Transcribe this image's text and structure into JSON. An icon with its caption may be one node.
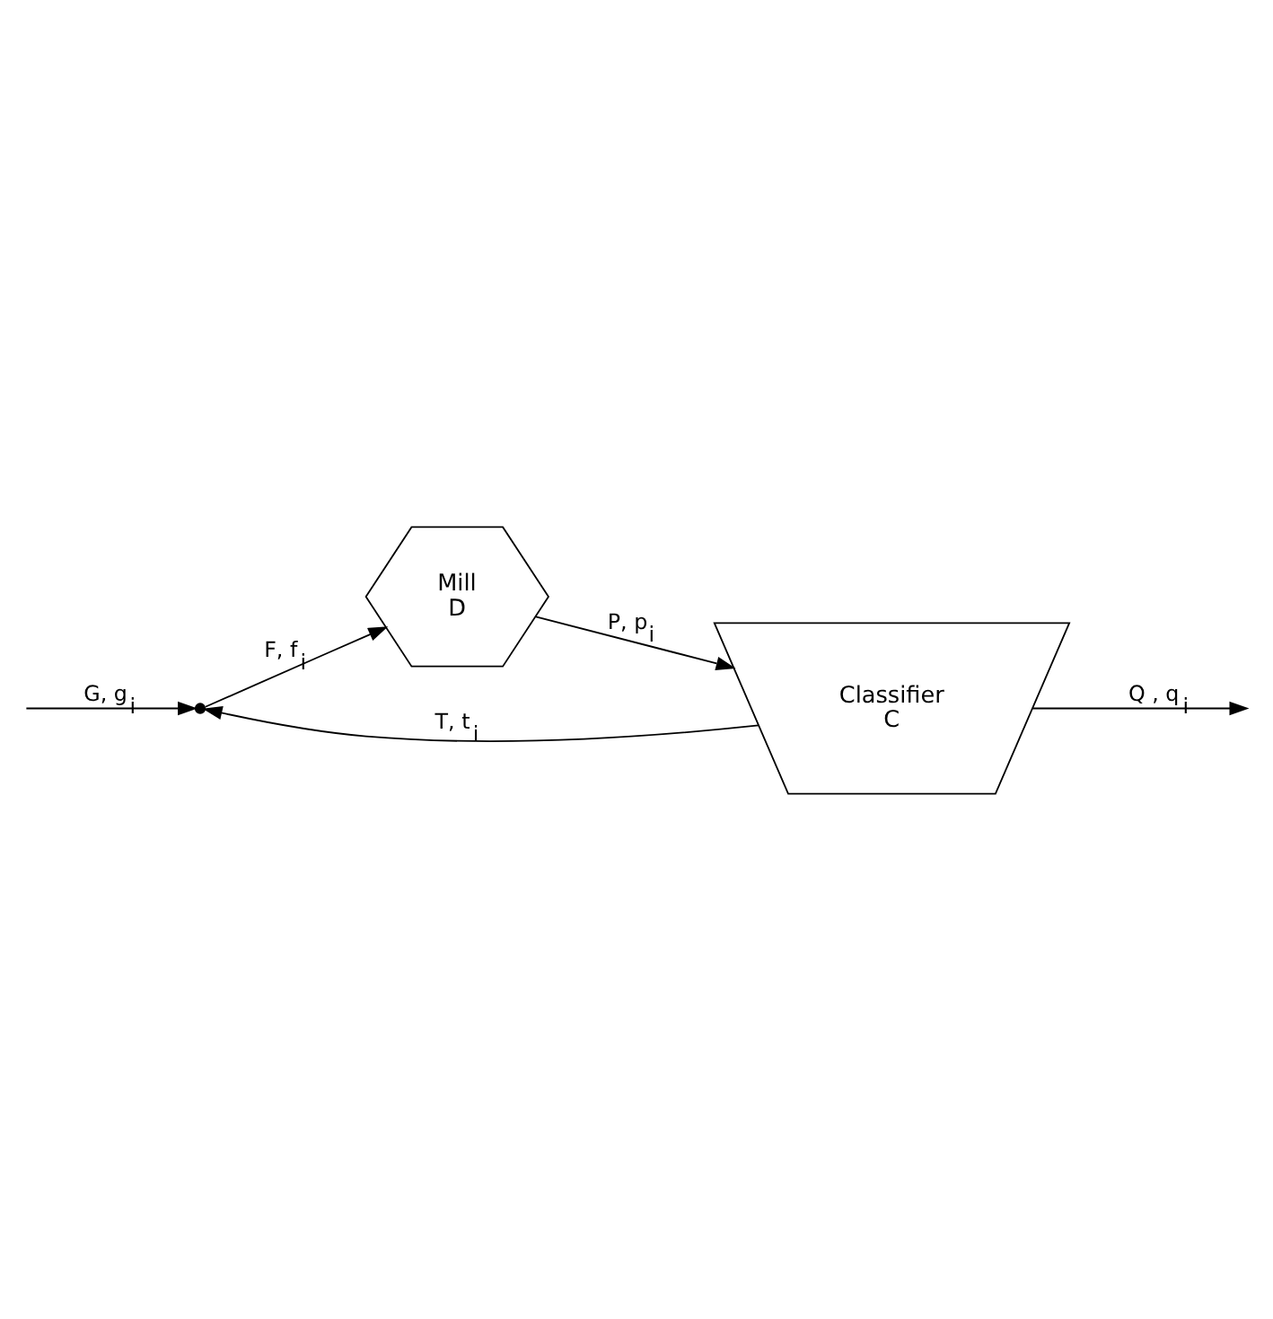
{
  "diagram": {
    "nodes": [
      {
        "text": [],
        "shape": "point"
      },
      {
        "text": [
          "Mill",
          "D"
        ]
      },
      {
        "text": [
          "Classifier",
          "C"
        ]
      }
    ],
    "edges": [
      {
        "from": null,
        "to": 0,
        "arrow": "to",
        "label": "G, g$_{i}$"
      },
      {
        "from": 0,
        "to": 1,
        "arrow": "to",
        "label": "F, f$_{i}$"
      },
      {
        "from": 1,
        "to": 2,
        "arrow": "to",
        "label": "P, p$_{i}$"
      },
      {
        "from": 2,
        "to": 0,
        "arrow": "to",
        "label": "T, t$_{i}$"
      },
      {
        "from": 2,
        "to": null,
        "arrow": "to",
        "label": "Q , q$_{i}$"
      }
    ]
  }
}
